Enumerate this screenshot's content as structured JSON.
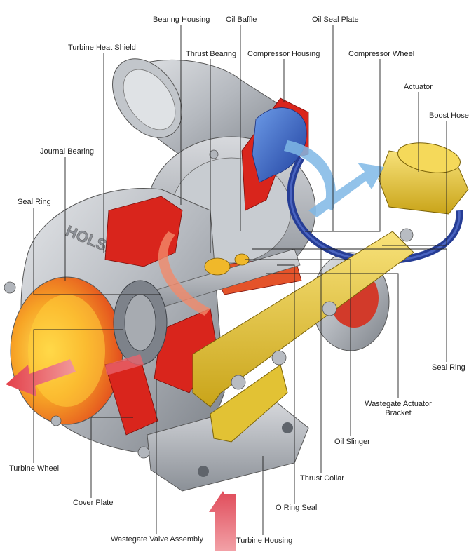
{
  "labels": {
    "bearing_housing": "Bearing Housing",
    "oil_baffle": "Oil Baffle",
    "oil_seal_plate": "Oil Seal Plate",
    "turbine_heat_shield": "Turbine Heat Shield",
    "thrust_bearing": "Thrust Bearing",
    "compressor_housing": "Compressor Housing",
    "compressor_wheel": "Compressor Wheel",
    "actuator": "Actuator",
    "boost_hose": "Boost Hose",
    "journal_bearing": "Journal Bearing",
    "seal_ring_left": "Seal Ring",
    "seal_ring_right": "Seal Ring",
    "wastegate_actuator_bracket_1": "Wastegate Actuator",
    "wastegate_actuator_bracket_2": "Bracket",
    "oil_slinger": "Oil Slinger",
    "thrust_collar": "Thrust Collar",
    "o_ring_seal": "O Ring Seal",
    "turbine_wheel": "Turbine Wheel",
    "cover_plate": "Cover Plate",
    "wastegate_valve_assembly": "Wastegate Valve Assembly",
    "turbine_housing": "Turbine Housing"
  },
  "embossed_logo": "HOLSET",
  "colors": {
    "metal_light": "#c9ccd1",
    "metal_mid": "#9ea3aa",
    "metal_dark": "#6f747b",
    "cut_red": "#d9251c",
    "hot_orange": "#f39a1e",
    "hot_yellow": "#ffd43a",
    "bracket_yellow": "#e8c93a",
    "compressor_blue": "#2f5fc8",
    "hose_navy": "#263d95",
    "airflow_blue": "#7fb8e6",
    "exhaust_pink": "#e8707a"
  }
}
